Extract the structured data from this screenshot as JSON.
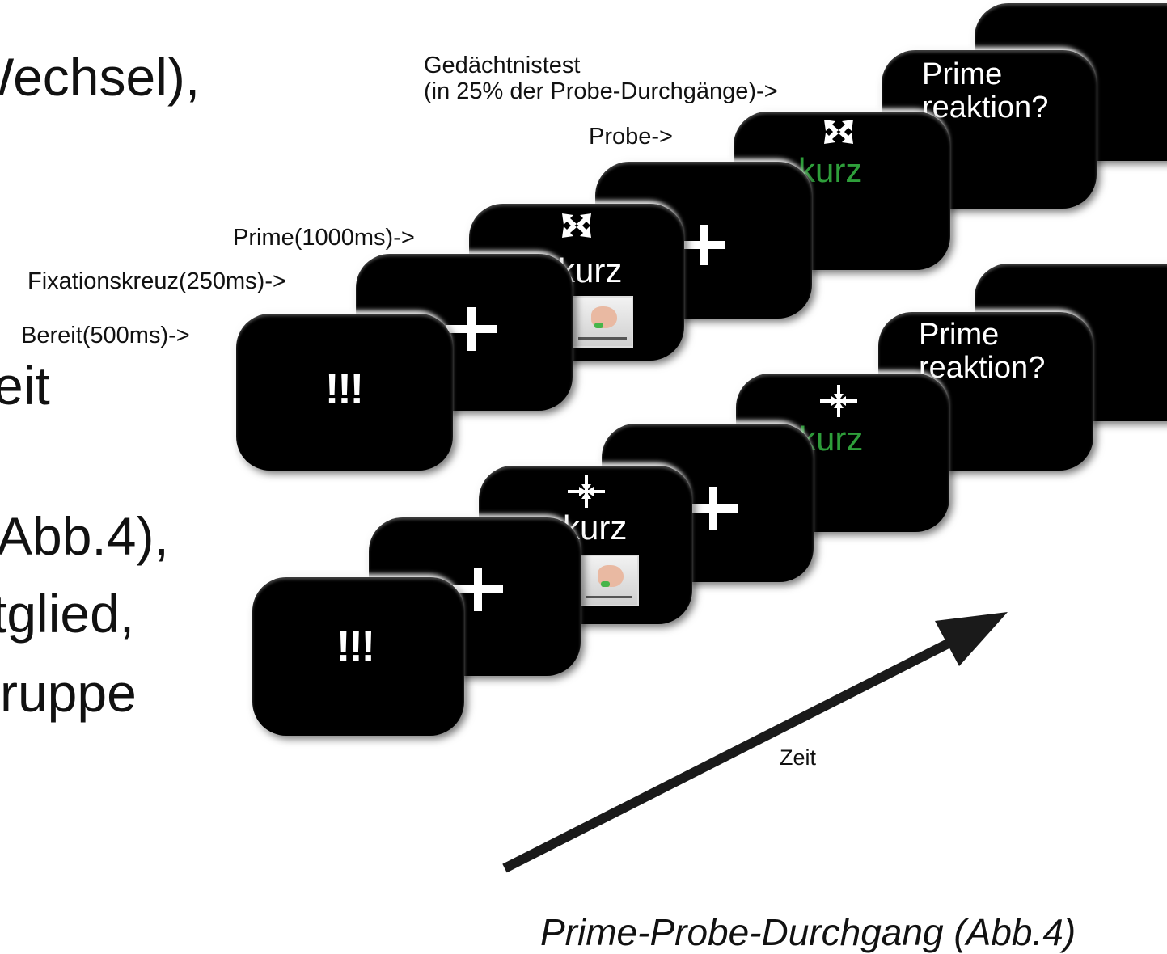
{
  "background_text": [
    "Wechsel),",
    "eit",
    "Abb.4),",
    "tglied,",
    "ruppe"
  ],
  "labels": {
    "memory_test_line1": "Gedächtnistest",
    "memory_test_line2": "(in 25% der Probe-Durchgänge)->",
    "probe": "Probe->",
    "prime": "Prime(1000ms)->",
    "fixation": "Fixationskreuz(250ms)->",
    "ready": "Bereit(500ms)->"
  },
  "screens": {
    "ready_symbol": "!!!",
    "word": "kurz",
    "question": "Prime reaktion?"
  },
  "axis": {
    "label": "Zeit"
  },
  "caption": "Prime-Probe-Durchgang (Abb.4)",
  "colors": {
    "screen": "#000000",
    "target_word_green": "#2e9e3a",
    "text": "#111111"
  },
  "icons": {
    "expand": "arrows-outward-icon",
    "compress": "arrows-inward-icon",
    "fixation": "plus-icon"
  }
}
